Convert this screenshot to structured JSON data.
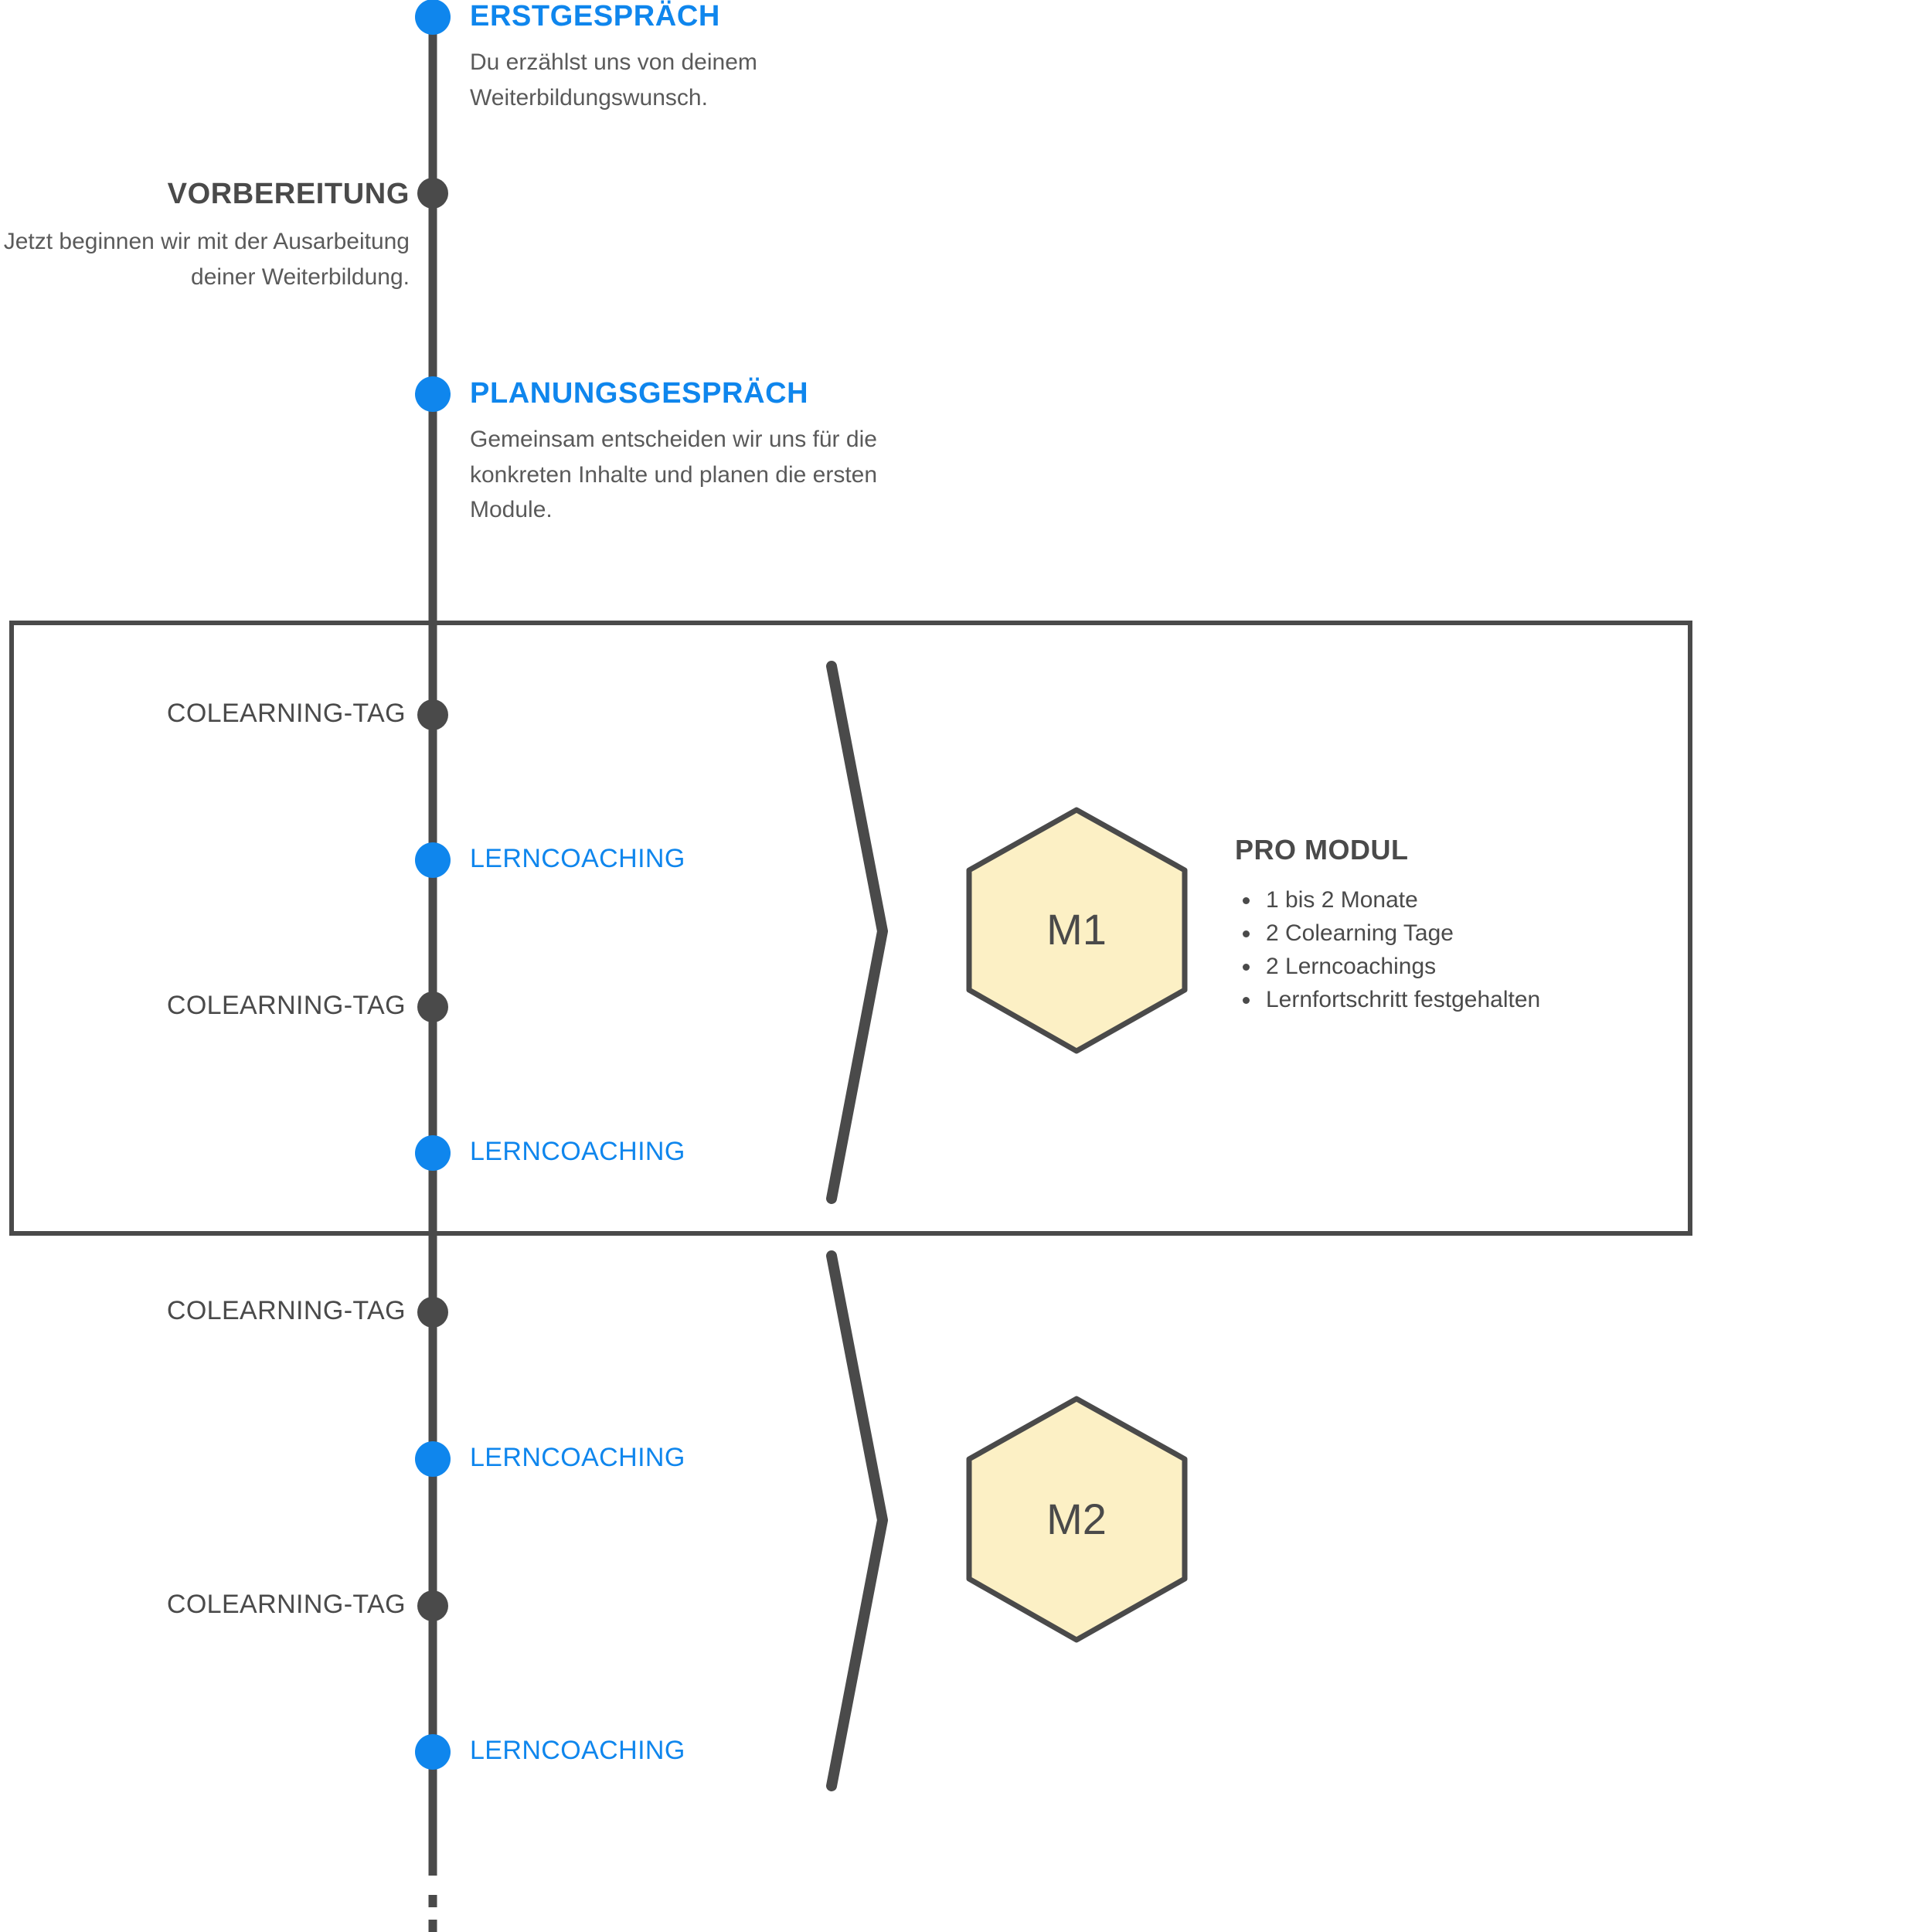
{
  "colors": {
    "accent_blue": "#0F86ED",
    "dark_gray": "#4A4A4A",
    "body_gray": "#5A5A5A",
    "hex_fill": "#FCF0C5",
    "hex_stroke": "#4A4A4A",
    "box_stroke": "#4A4A4A",
    "background": "#FFFFFF"
  },
  "timeline": {
    "milestones": [
      {
        "id": "erstgespraech",
        "title": "ERSTGESPRÄCH",
        "description_line1": "Du erzählst uns von deinem",
        "description_line2": "Weiterbildungswunsch.",
        "marker": "blue-dot",
        "side": "right"
      },
      {
        "id": "vorbereitung",
        "title": "VORBEREITUNG",
        "description_line1": "Jetzt beginnen wir mit der Ausarbeitung",
        "description_line2": "deiner Weiterbildung.",
        "marker": "gray-dot",
        "side": "left"
      },
      {
        "id": "planungsgespraech",
        "title": "PLANUNGSGESPRÄCH",
        "description_line1": "Gemeinsam entscheiden wir uns für die",
        "description_line2": "konkreten Inhalte und planen die ersten",
        "description_line3": "Module.",
        "marker": "blue-dot",
        "side": "right"
      }
    ],
    "events": [
      {
        "id": "colearning-tag-1",
        "label": "COLEARNING-TAG",
        "marker": "gray-dot",
        "side": "left"
      },
      {
        "id": "lerncoaching-1",
        "label": "LERNCOACHING",
        "marker": "blue-dot",
        "side": "right"
      },
      {
        "id": "colearning-tag-2",
        "label": "COLEARNING-TAG",
        "marker": "gray-dot",
        "side": "left"
      },
      {
        "id": "lerncoaching-2",
        "label": "LERNCOACHING",
        "marker": "blue-dot",
        "side": "right"
      },
      {
        "id": "colearning-tag-3",
        "label": "COLEARNING-TAG",
        "marker": "gray-dot",
        "side": "left"
      },
      {
        "id": "lerncoaching-3",
        "label": "LERNCOACHING",
        "marker": "blue-dot",
        "side": "right"
      },
      {
        "id": "colearning-tag-4",
        "label": "COLEARNING-TAG",
        "marker": "gray-dot",
        "side": "left"
      },
      {
        "id": "lerncoaching-4",
        "label": "LERNCOACHING",
        "marker": "blue-dot",
        "side": "right"
      }
    ],
    "continuation": "dashed-line"
  },
  "modules": [
    {
      "id": "m1",
      "label": "M1",
      "highlighted": true,
      "info": {
        "title": "PRO MODUL",
        "bullets": [
          "1 bis 2 Monate",
          "2 Colearning Tage",
          "2 Lerncoachings",
          "Lernfortschritt festgehalten"
        ]
      }
    },
    {
      "id": "m2",
      "label": "M2",
      "highlighted": false,
      "info": null
    }
  ]
}
